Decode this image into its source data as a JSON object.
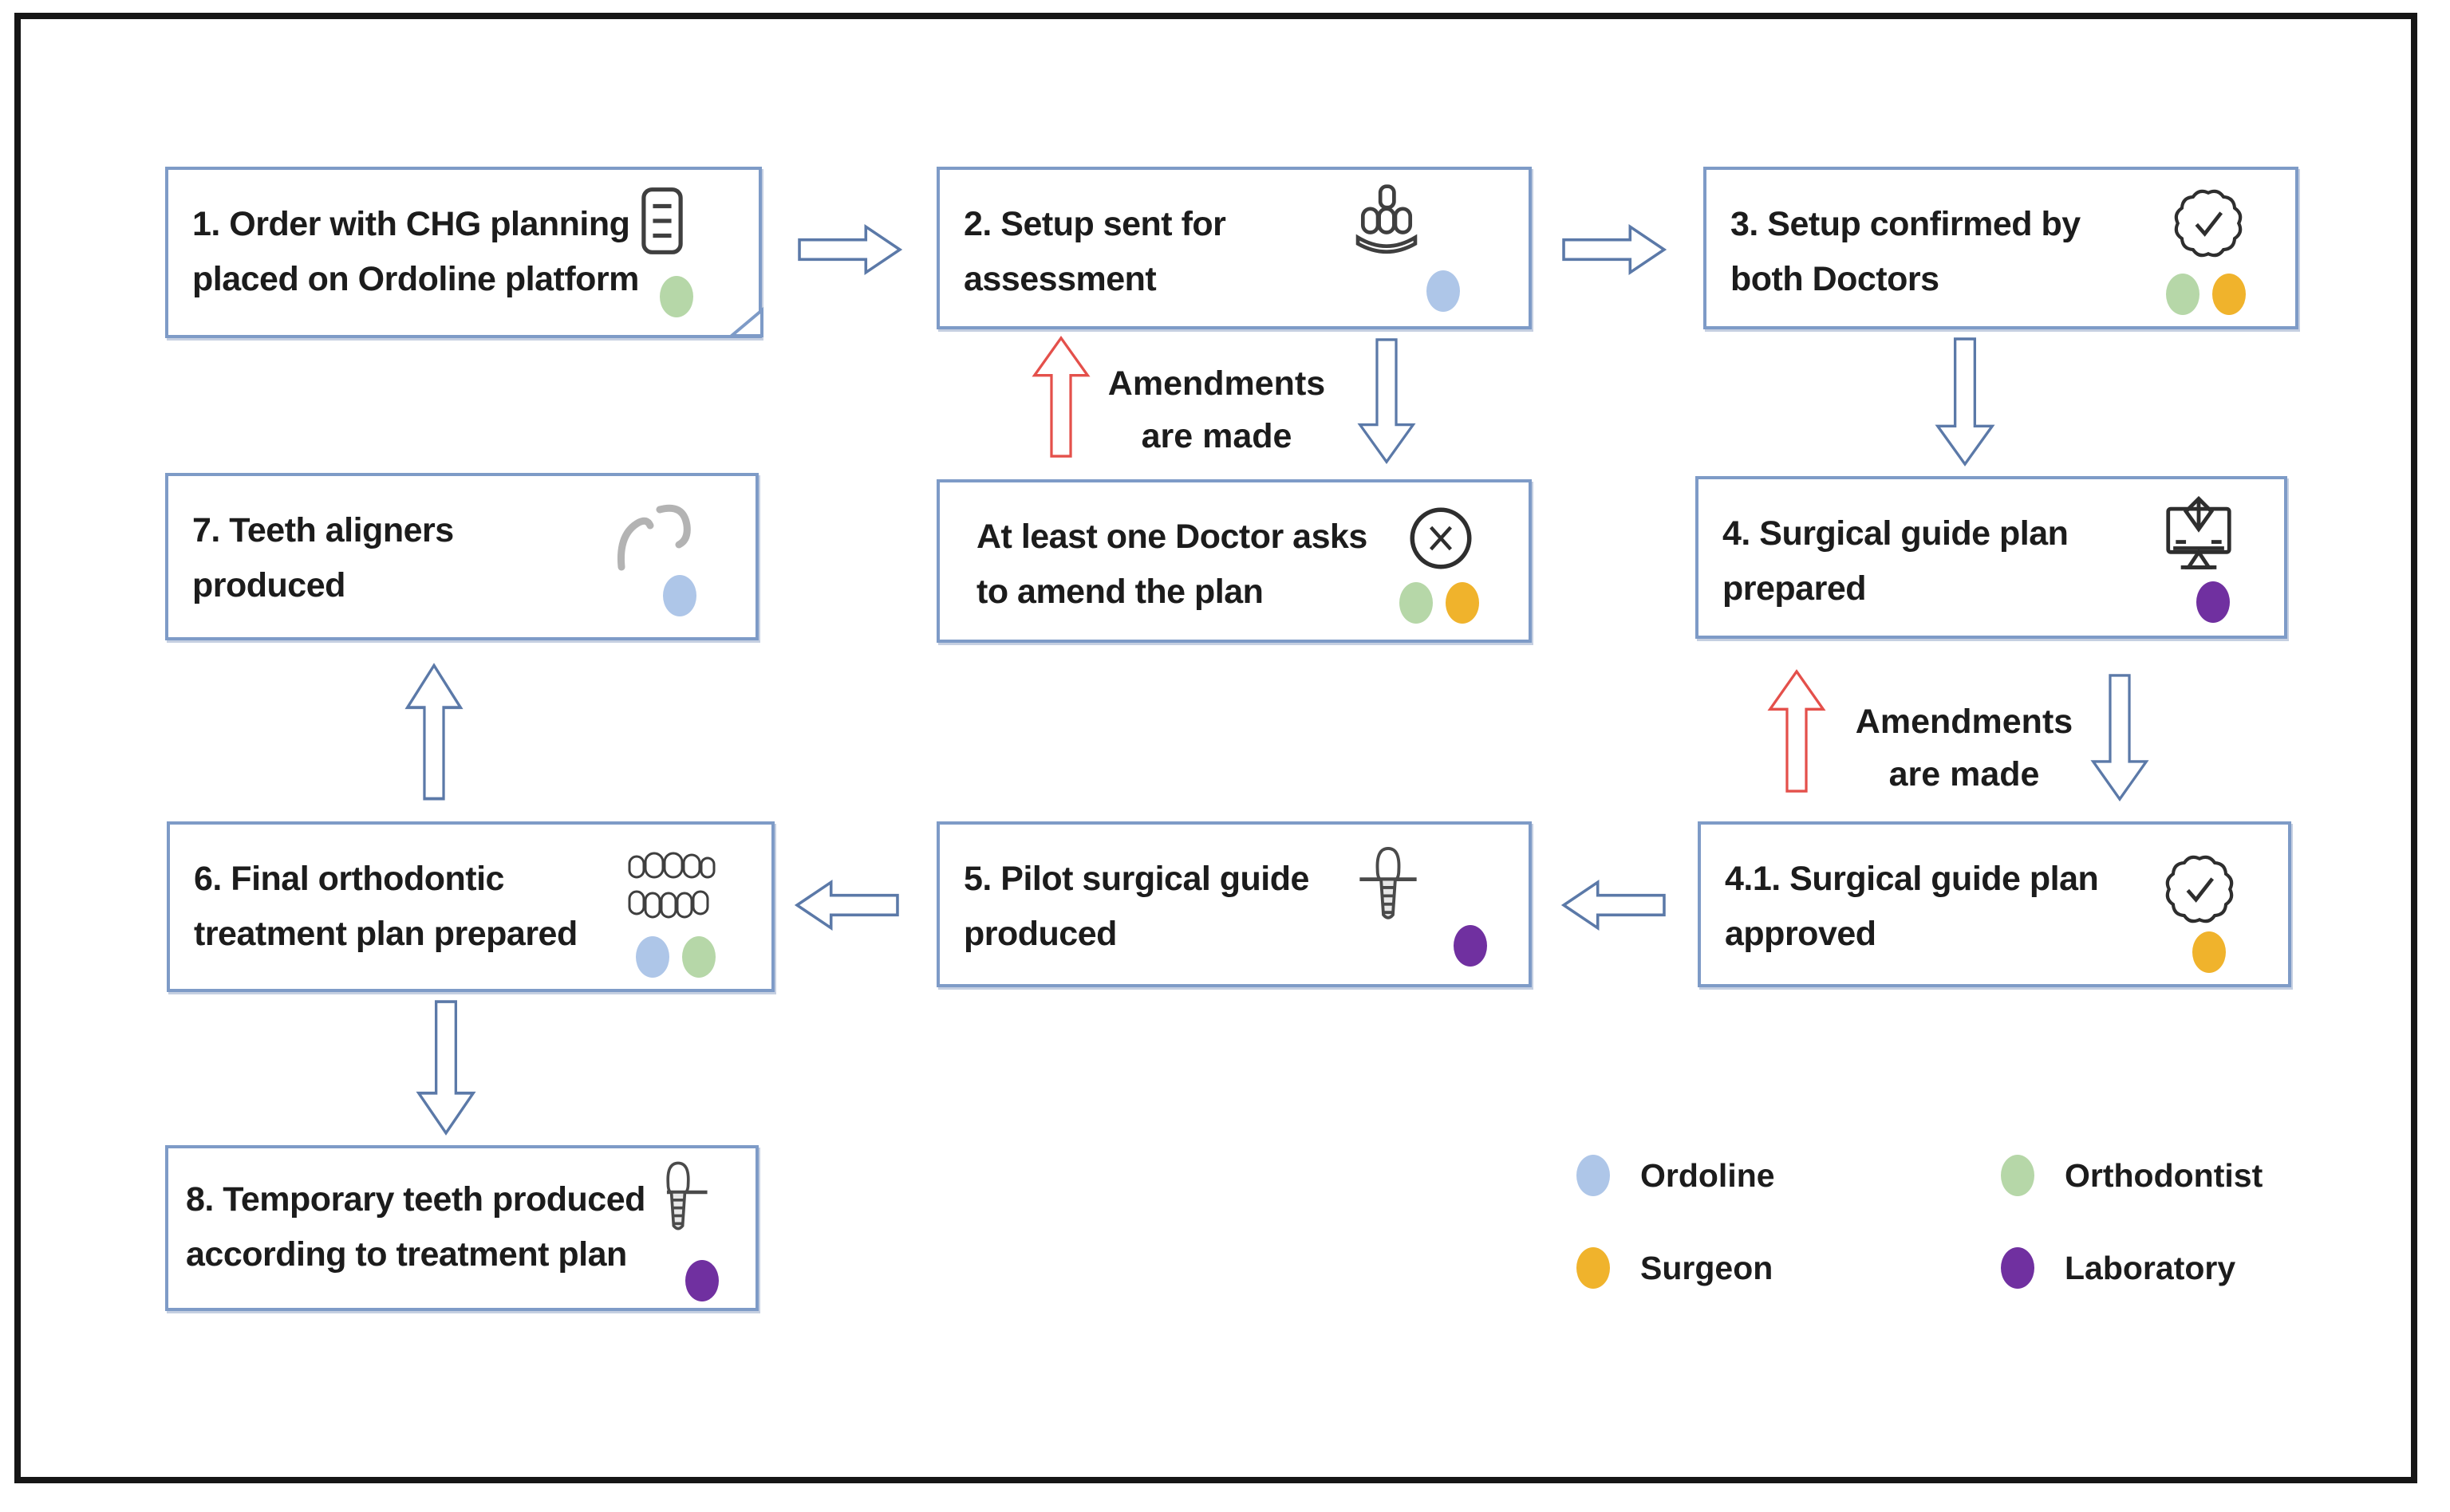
{
  "nodes": {
    "step1": {
      "text": "1. Order with CHG planning placed on Ordoline platform",
      "icon": "note-icon",
      "actors": [
        "Orthodontist"
      ]
    },
    "step2": {
      "text": "2. Setup sent for assessment",
      "icon": "teeth-arch-icon",
      "actors": [
        "Ordoline"
      ]
    },
    "step3": {
      "text": "3. Setup confirmed by both Doctors",
      "icon": "badge-check-icon",
      "actors": [
        "Orthodontist",
        "Surgeon"
      ]
    },
    "amend_decision": {
      "text": "At least one Doctor asks to amend the plan",
      "icon": "circle-x-icon",
      "actors": [
        "Orthodontist",
        "Surgeon"
      ]
    },
    "step4": {
      "text": "4. Surgical guide plan prepared",
      "icon": "monitor-3d-icon",
      "actors": [
        "Laboratory"
      ]
    },
    "step4_1": {
      "text": "4.1. Surgical guide plan approved",
      "icon": "badge-check-icon",
      "actors": [
        "Surgeon"
      ]
    },
    "step5": {
      "text": "5. Pilot surgical guide produced",
      "icon": "implant-icon",
      "actors": [
        "Laboratory"
      ]
    },
    "step6": {
      "text": "6. Final orthodontic treatment plan prepared",
      "icon": "teeth-rows-icon",
      "actors": [
        "Ordoline",
        "Orthodontist"
      ]
    },
    "step7": {
      "text": "7. Teeth aligners produced",
      "icon": "aligners-icon",
      "actors": [
        "Ordoline"
      ]
    },
    "step8": {
      "text": "8. Temporary teeth produced according to treatment plan",
      "icon": "implant-icon",
      "actors": [
        "Laboratory"
      ]
    }
  },
  "labels": {
    "amendments": {
      "line1": "Amendments",
      "line2": "are made"
    }
  },
  "legend": {
    "items": [
      {
        "label": "Ordoline",
        "color": "#aec6e8"
      },
      {
        "label": "Orthodontist",
        "color": "#b6d7a8"
      },
      {
        "label": "Surgeon",
        "color": "#f0b32c"
      },
      {
        "label": "Laboratory",
        "color": "#7030a0"
      }
    ]
  },
  "colors": {
    "box_border": "#7e9bc7",
    "arrow_blue": "#5b79a8",
    "arrow_red": "#e4504b",
    "outer_border": "#161616"
  }
}
